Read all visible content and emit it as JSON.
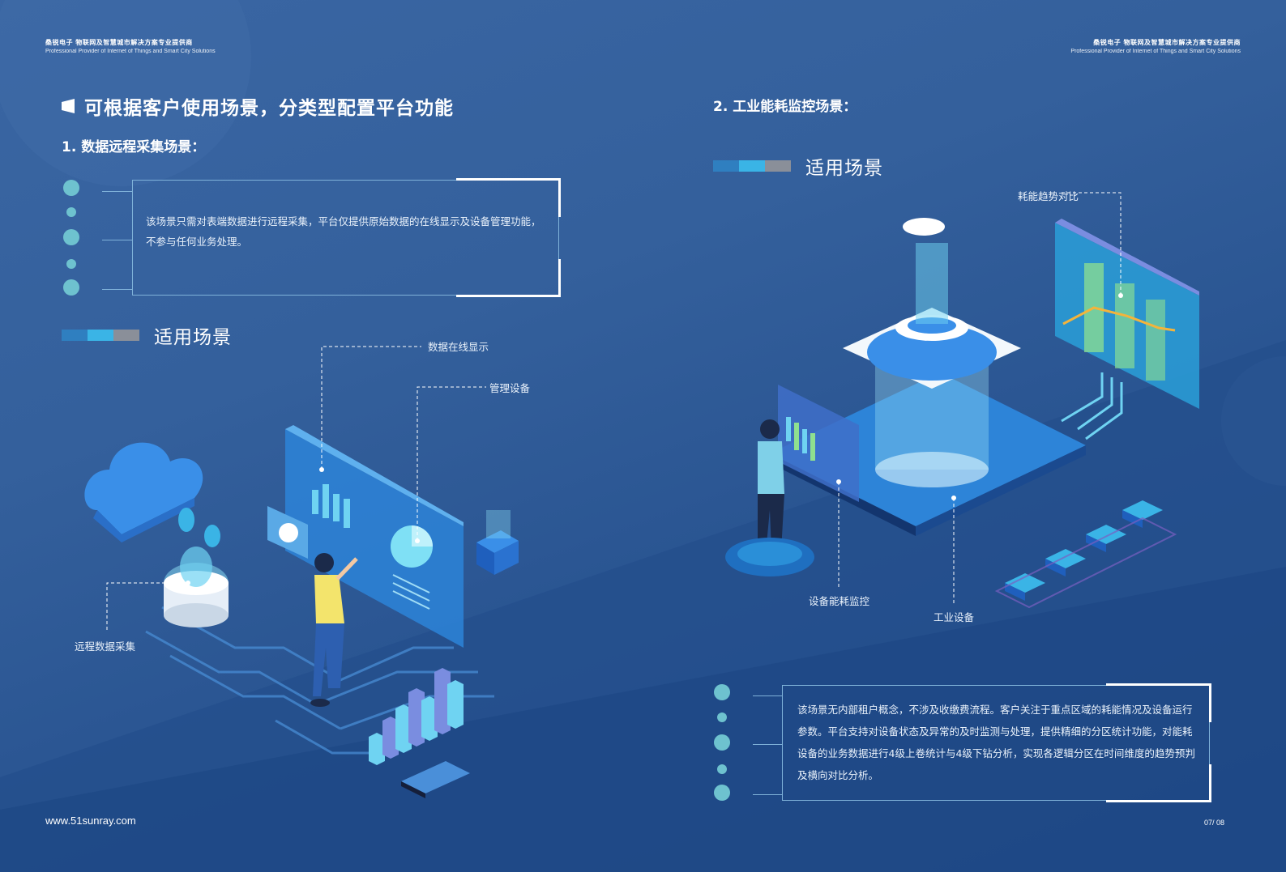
{
  "header": {
    "left_cn": "桑锐电子 物联网及智慧城市解决方案专业提供商",
    "left_en": "Professional Provider of Internet of Things and Smart City Solutions",
    "right_cn": "桑锐电子 物联网及智慧城市解决方案专业提供商",
    "right_en": "Professional Provider of Internet of Things and Smart City Solutions"
  },
  "left": {
    "title": "可根据客户使用场景，分类型配置平台功能",
    "subtitle": "1. 数据远程采集场景：",
    "box_text": "该场景只需对表端数据进行远程采集，平台仅提供原始数据的在线显示及设备管理功能，不参与任何业务处理。",
    "scene_title": "适用场景",
    "labels": {
      "online_display": "数据在线显示",
      "manage_device": "管理设备",
      "remote_collect": "远程数据采集"
    }
  },
  "right": {
    "subtitle": "2. 工业能耗监控场景：",
    "scene_title": "适用场景",
    "labels": {
      "trend_compare": "耗能趋势对比",
      "device_monitor": "设备能耗监控",
      "industrial_device": "工业设备"
    },
    "box_text": "该场景无内部租户概念，不涉及收缴费流程。客户关注于重点区域的耗能情况及设备运行参数。平台支持对设备状态及异常的及时监测与处理，提供精细的分区统计功能，对能耗设备的业务数据进行4级上卷统计与4级下钻分析，实现各逻辑分区在时间维度的趋势预判及横向对比分析。"
  },
  "footer": {
    "website": "www.51sunray.com",
    "page": "07/ 08"
  },
  "colors": {
    "accent_dark": "#2f7fc0",
    "accent_light": "#3ab4e6",
    "accent_gray": "#8a8f99",
    "dot": "#6ec2cf"
  }
}
